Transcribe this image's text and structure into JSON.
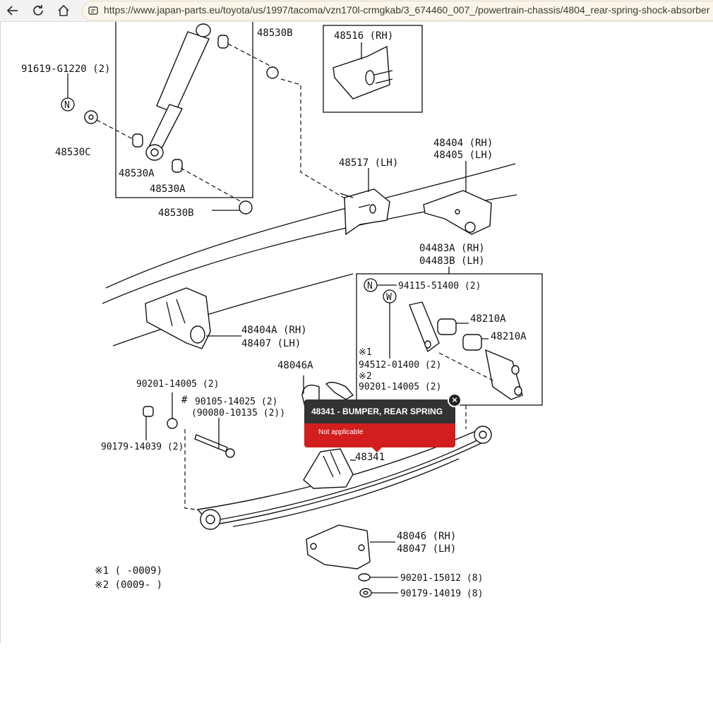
{
  "browser": {
    "url": "https://www.japan-parts.eu/toyota/us/1997/tacoma/vzn170l-crmgkab/3_674460_007_/powertrain-chassis/4804_rear-spring-shock-absorber"
  },
  "diagram": {
    "labels": {
      "p48530B_top": "48530B",
      "p91619": "91619-G1220 (2)",
      "p48530C": "48530C",
      "p48530A_1": "48530A",
      "p48530A_2": "48530A",
      "p48530B_bot": "48530B",
      "p48516": "48516 (RH)",
      "p48517": "48517 (LH)",
      "p48404": "48404 (RH)",
      "p48405": "48405 (LH)",
      "p04483A": "04483A (RH)",
      "p04483B": "04483B (LH)",
      "p94115": "94115-51400 (2)",
      "p48210A_1": "48210A",
      "p48210A_2": "48210A",
      "p48404A": "48404A (RH)",
      "p48407": "48407  (LH)",
      "p_note1": "※1",
      "p94512": "94512-01400 (2)",
      "p_note2": "※2",
      "p90201_a": "90201-14005 (2)",
      "p48046A": "48046A",
      "p90201_b": "90201-14005 (2)",
      "p_hash": "#",
      "p90105": "90105-14025 (2)",
      "p90080": "(90080-10135 (2))",
      "p90179_a": "90179-14039 (2)",
      "p48341": "48341",
      "p48046": "48046 (RH)",
      "p48047": "48047 (LH)",
      "p90201_c": "90201-15012 (8)",
      "p90179_b": "90179-14019 (8)",
      "legend1": "※1 (       -0009)",
      "legend2": "※2 (0009-       )",
      "marker_N": "N",
      "marker_W": "W"
    }
  },
  "tooltip": {
    "title": "48341 - BUMPER, REAR SPRING",
    "status": "Not applicable",
    "close_symbol": "×"
  }
}
